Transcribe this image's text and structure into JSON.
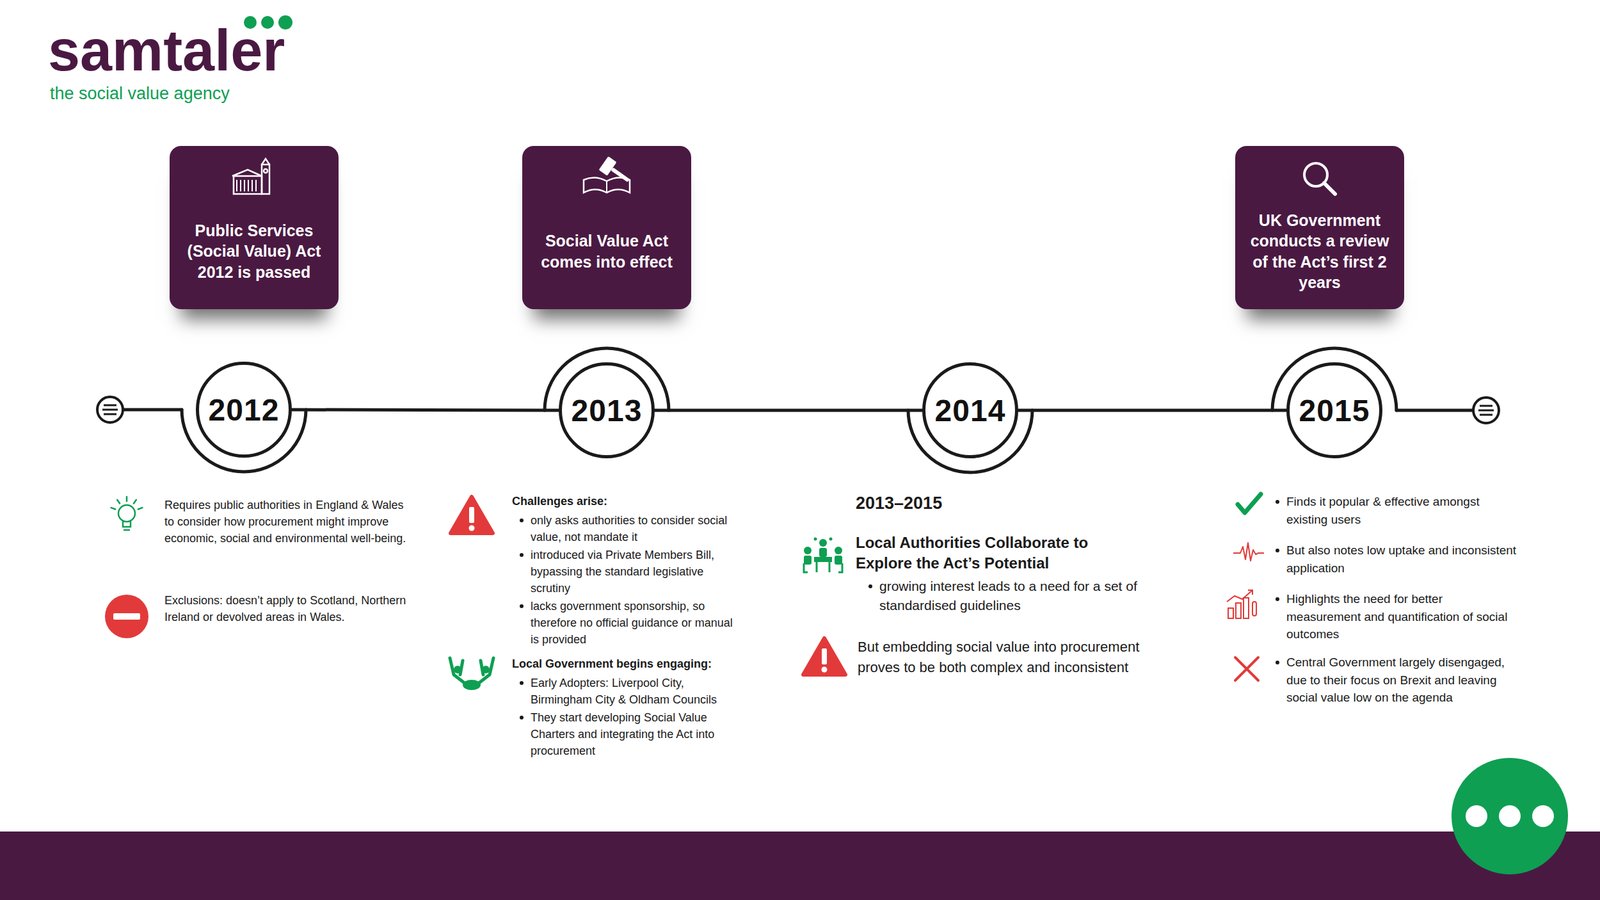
{
  "diagram": {
    "nodes": [
      {
        "text": [
          "Public Services (Social Value) Act 2012 is passed"
        ]
      },
      {
        "text": [
          "Social Value Act comes into effect"
        ]
      },
      {
        "text": [
          "UK Government conducts a review of the Act’s first 2 years"
        ]
      },
      {
        "text": [
          "2012"
        ]
      },
      {
        "text": [
          "2013"
        ]
      },
      {
        "text": [
          "2014"
        ]
      },
      {
        "text": [
          "2015"
        ]
      }
    ],
    "edges": [
      {
        "from": 3,
        "to": 4,
        "arrow": "none"
      },
      {
        "from": 4,
        "to": 5,
        "arrow": "none"
      },
      {
        "from": 5,
        "to": 6,
        "arrow": "none"
      }
    ],
    "labels": [
      "samtaler",
      "the social value agency",
      "Requires public authorities in England & Wales to consider how procurement might improve economic, social and environmental well-being.",
      "Exclusions: doesn’t apply to Scotland, Northern Ireland or devolved areas in Wales.",
      "Challenges arise:",
      "only asks authorities to consider social value, not mandate it",
      "introduced via Private Members Bill, bypassing the standard legislative scrutiny",
      "lacks government sponsorship, so therefore no official guidance or manual is provided",
      "Local Government begins engaging:",
      "Early Adopters: Liverpool City, Birmingham City & Oldham Councils",
      "They start developing Social Value Charters and integrating the Act into procurement",
      "2013–2015",
      "Local Authorities Collaborate to Explore the Act’s Potential",
      "growing interest leads to a need for a set of standardised guidelines",
      "But embedding social value into procurement proves to be both complex and inconsistent",
      "Finds it popular & effective amongst existing users",
      "But also notes low uptake and inconsistent application",
      "Highlights the need for better measurement and quantification of social outcomes",
      "Central Government largely disengaged, due to their focus on Brexit and leaving social value low on the agenda"
    ]
  }
}
